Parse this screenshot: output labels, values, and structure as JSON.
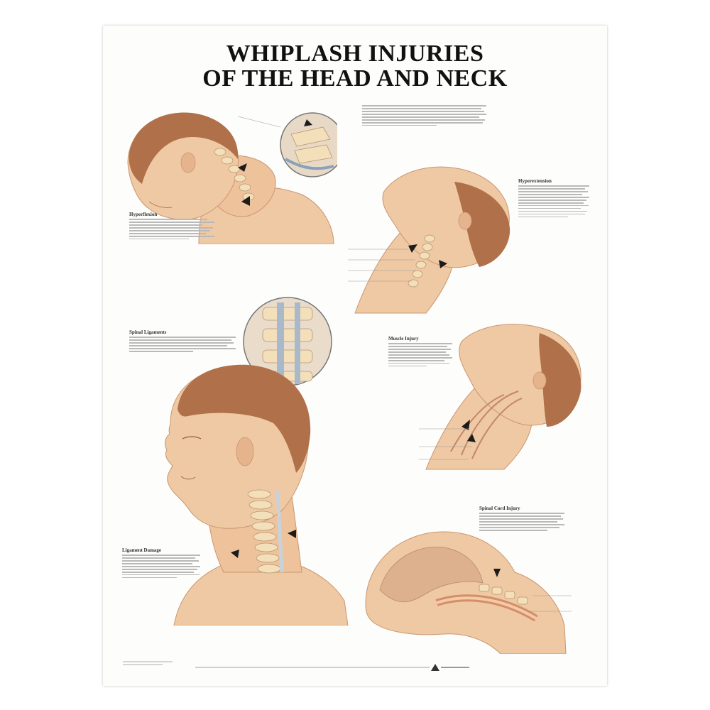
{
  "poster": {
    "title_line1": "WHIPLASH INJURIES",
    "title_line2": "OF THE HEAD AND NECK"
  },
  "sections": {
    "hyperflexion": "Hyperflexion",
    "hyperextension": "Hyperextension",
    "spinal_ligaments": "Spinal Ligaments",
    "muscle_injury": "Muscle Injury",
    "ligament_damage": "Ligament Damage",
    "spinal_cord_injury": "Spinal Cord Injury"
  },
  "colors": {
    "skin": "#efc9a3",
    "skin_shadow": "#d9a57f",
    "hair": "#b0714a",
    "bone": "#f3dfb9",
    "ligament": "#a9b9c9",
    "arrow": "#1c1c1c"
  }
}
